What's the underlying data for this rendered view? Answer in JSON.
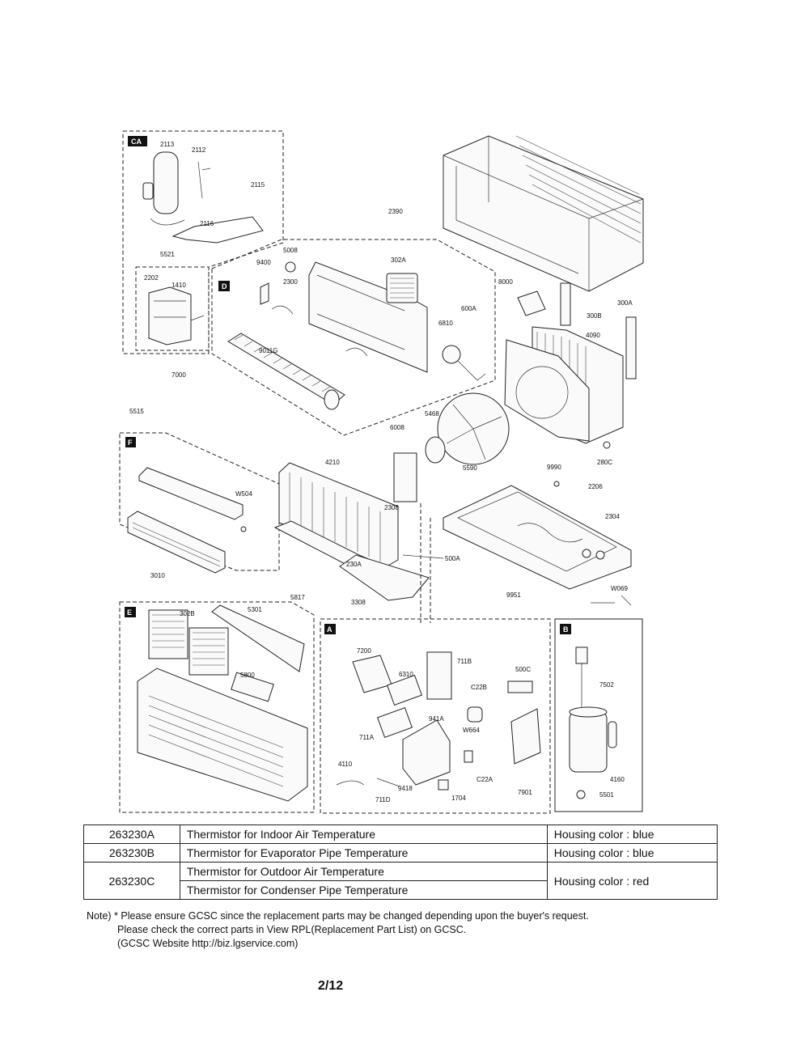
{
  "diagram": {
    "box_tags": [
      "CA",
      "D",
      "F",
      "E",
      "A",
      "B"
    ],
    "part_labels": [
      "2113",
      "2112",
      "2115",
      "2116",
      "5521",
      "2202",
      "1410",
      "2390",
      "5008",
      "9400",
      "2300",
      "302A",
      "8000",
      "300B",
      "300A",
      "600A",
      "6810",
      "9011G",
      "4090",
      "7000",
      "5515",
      "6008",
      "5468",
      "5590",
      "9990",
      "280C",
      "2206",
      "2304",
      "4210",
      "W504",
      "2308",
      "500A",
      "230A",
      "3010",
      "3308",
      "W069",
      "9951",
      "5817",
      "302B",
      "5301",
      "5800",
      "7200",
      "6310",
      "711B",
      "500C",
      "C22B",
      "941A",
      "W664",
      "711A",
      "4110",
      "9418",
      "711D",
      "1704",
      "C22A",
      "7901",
      "7502",
      "4160",
      "5501"
    ]
  },
  "table": {
    "rows": [
      {
        "code": "263230A",
        "desc": "Thermistor for Indoor Air Temperature",
        "color": "Housing color : blue"
      },
      {
        "code": "263230B",
        "desc": "Thermistor for Evaporator Pipe Temperature",
        "color": "Housing color : blue"
      },
      {
        "code": "263230C",
        "desc": "Thermistor for Outdoor Air Temperature",
        "color": "Housing color : red"
      },
      {
        "desc": "Thermistor for Condenser Pipe Temperature"
      }
    ]
  },
  "note": {
    "line1": "Note) * Please ensure GCSC since the replacement parts may be changed depending upon the buyer's request.",
    "line2": "Please check  the correct parts in View RPL(Replacement Part List) on GCSC.",
    "line3": "(GCSC Website  http://biz.lgservice.com)"
  },
  "page_number": "2/12"
}
